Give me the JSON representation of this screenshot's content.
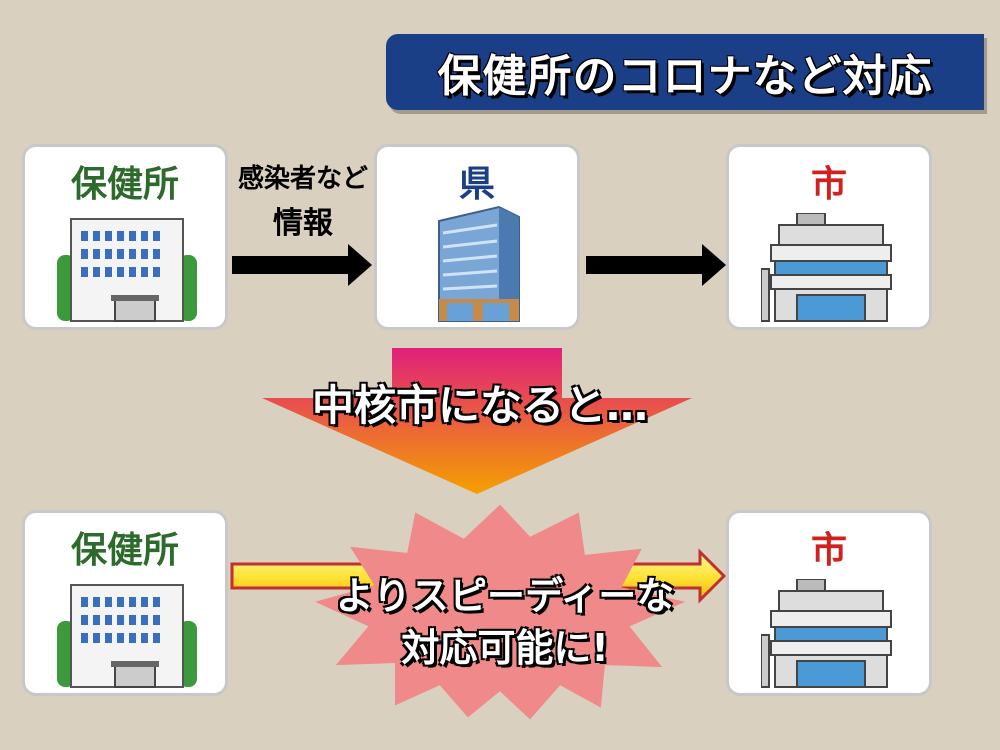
{
  "title": "保健所のコロナなど対応",
  "top_row": {
    "hokenjo_label": "保健所",
    "info_label_1": "感染者など",
    "info_label_2": "情報",
    "ken_label": "県",
    "shi_label": "市"
  },
  "middle": {
    "transition_text": "中核市になると…"
  },
  "bottom_row": {
    "hokenjo_label": "保健所",
    "shi_label": "市",
    "burst_line_1": "よりスピーディーな",
    "burst_line_2": "対応可能に!"
  },
  "colors": {
    "title_bg": "#1b3f86",
    "hokenjo_text": "#2d6b2d",
    "ken_text": "#1b3f86",
    "shi_text": "#d0211f",
    "burst_fill": "#f08a8a",
    "arrow_gradient_top": "#e0207a",
    "arrow_gradient_bottom": "#f5a000"
  },
  "icons": [
    "health-center-building-icon",
    "prefecture-office-building-icon",
    "city-hall-building-icon"
  ]
}
